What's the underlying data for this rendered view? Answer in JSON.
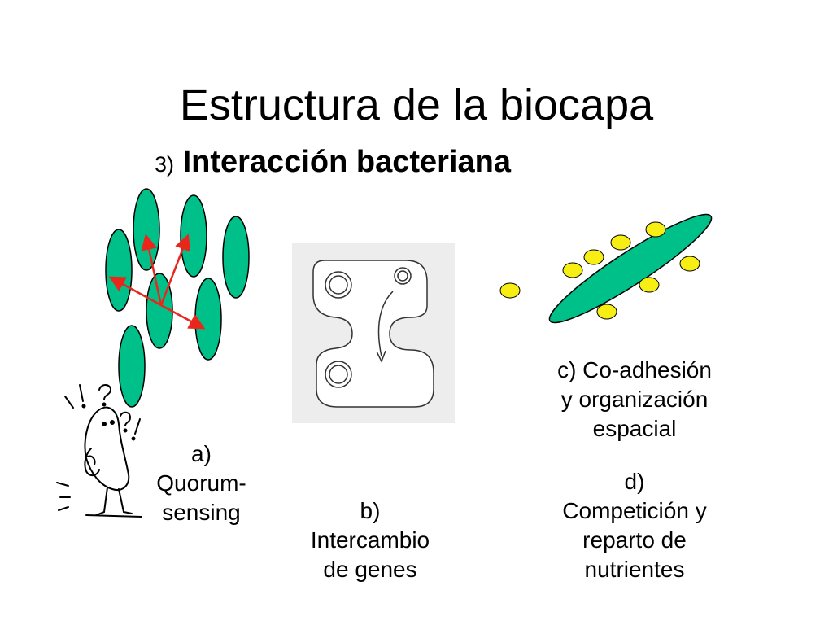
{
  "slide": {
    "title": "Estructura de la biocapa",
    "subtitle_number": "3)",
    "subtitle_text": "Interacción bacteriana"
  },
  "labels": {
    "a": [
      "a)",
      "Quorum-",
      "sensing"
    ],
    "b": [
      "b)",
      "Intercambio",
      "de genes"
    ],
    "c": [
      "c) Co-adhesión",
      "y organización",
      "espacial"
    ],
    "d": [
      "d)",
      "Competición y",
      "reparto de",
      "nutrientes"
    ]
  },
  "colors": {
    "cell_fill": "#00c08a",
    "arrow": "#e8261c",
    "coccus_fill": "#f7ee14",
    "outline": "#000000"
  },
  "icons": {
    "quorum_figure": "confused-cartoon-figure-icon"
  }
}
